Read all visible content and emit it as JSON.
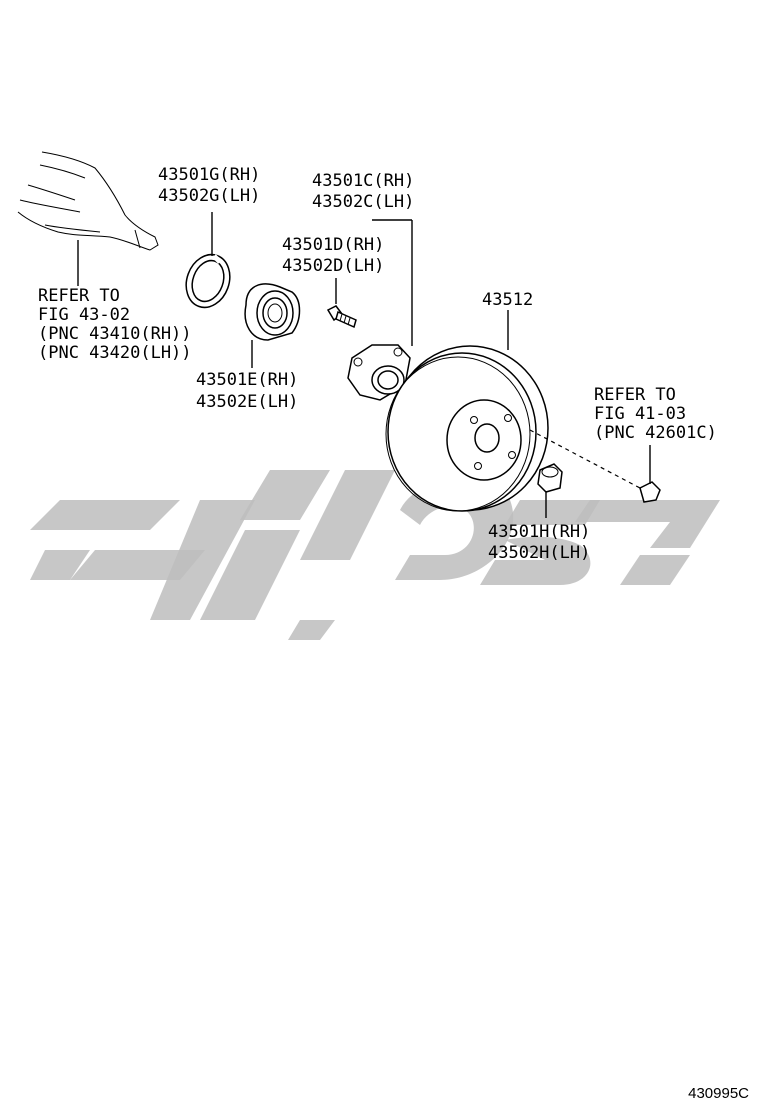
{
  "labels": {
    "snap_ring": [
      "43501G(RH)",
      "43502G(LH)"
    ],
    "hub_rh_lh": [
      "43501C(RH)",
      "43502C(LH)"
    ],
    "hub_bolt": [
      "43501D(RH)",
      "43502D(LH)"
    ],
    "disc": [
      "43512"
    ],
    "bearing": [
      "43501E(RH)",
      "43502E(LH)"
    ],
    "nut": [
      "43501H(RH)",
      "43502H(LH)"
    ],
    "refer_driveshaft": [
      "REFER TO",
      "FIG 43-02",
      "(PNC 43410(RH))",
      "(PNC 43420(LH))"
    ],
    "refer_wheel": [
      "REFER TO",
      "FIG 41-03",
      "(PNC 42601C)"
    ]
  },
  "diagram_code": "430995C",
  "icons": {
    "watermark": "logo-watermark",
    "driveshaft": "driveshaft-icon",
    "snap_ring": "snap-ring-icon",
    "bearing": "bearing-icon",
    "bolt": "hub-bolt-icon",
    "hub": "hub-icon",
    "disc": "brake-disc-icon",
    "nut": "hub-nut-icon",
    "wheel_nut": "wheel-nut-icon"
  }
}
